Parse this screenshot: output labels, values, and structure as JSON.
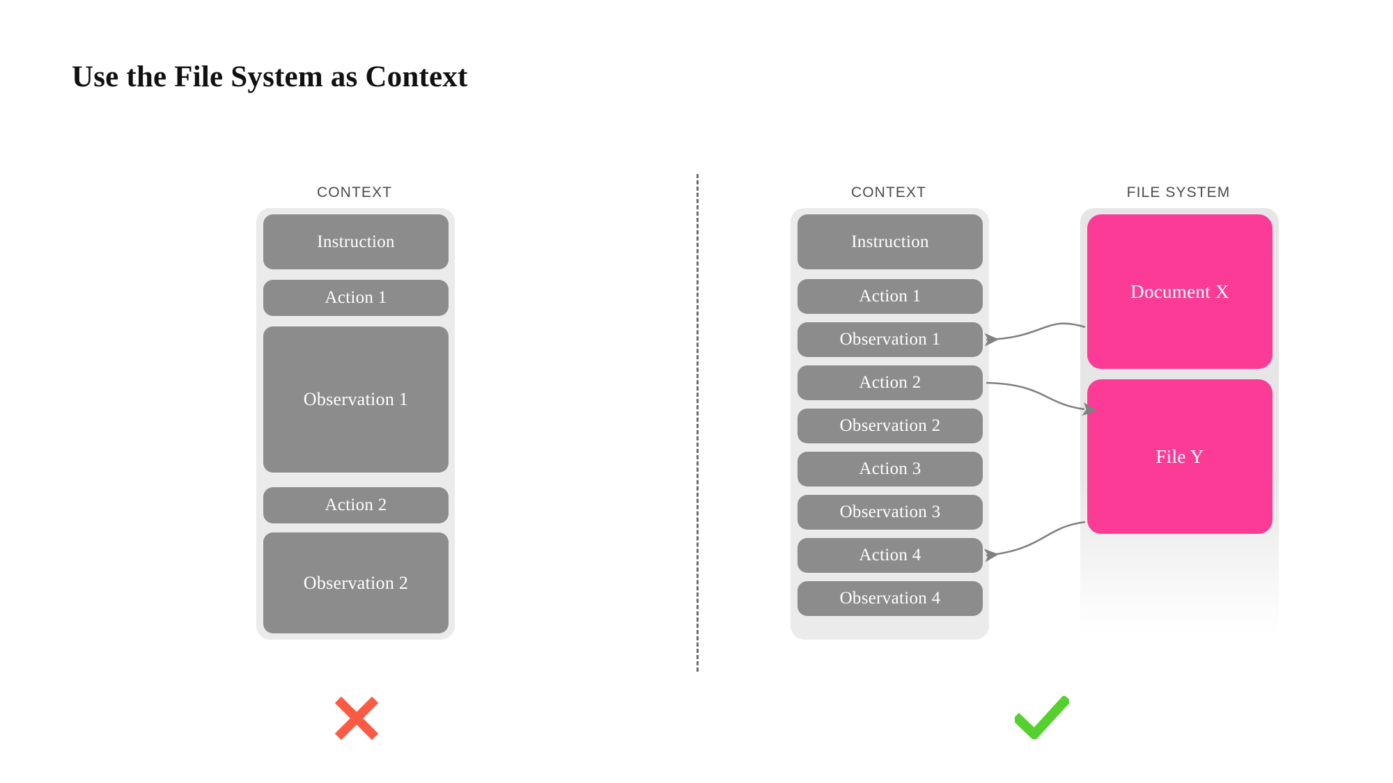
{
  "slide": {
    "title": "Use the File System as Context",
    "background_color": "#ffffff"
  },
  "colors": {
    "item_gray": "#8c8c8c",
    "container_gray": "#ebebeb",
    "file_pink": "#fb3b96",
    "cross_red": "#fb5b45",
    "check_green": "#55d02e",
    "arrow_gray": "#808080",
    "divider_gray": "#6d6d6d",
    "heading_gray": "#4a4a4a",
    "title_black": "#111111"
  },
  "left_panel": {
    "heading": "CONTEXT",
    "verdict_icon": "cross-icon",
    "verdict_meaning": "bad",
    "items": [
      {
        "label": "Instruction",
        "kind": "instruction"
      },
      {
        "label": "Action 1",
        "kind": "action"
      },
      {
        "label": "Observation 1",
        "kind": "observation"
      },
      {
        "label": "Action 2",
        "kind": "action"
      },
      {
        "label": "Observation 2",
        "kind": "observation"
      }
    ]
  },
  "right_panel": {
    "heading": "CONTEXT",
    "verdict_icon": "check-icon",
    "verdict_meaning": "good",
    "items": [
      {
        "label": "Instruction",
        "kind": "instruction"
      },
      {
        "label": "Action 1",
        "kind": "action"
      },
      {
        "label": "Observation 1",
        "kind": "observation"
      },
      {
        "label": "Action 2",
        "kind": "action"
      },
      {
        "label": "Observation 2",
        "kind": "observation"
      },
      {
        "label": "Action 3",
        "kind": "action"
      },
      {
        "label": "Observation 3",
        "kind": "observation"
      },
      {
        "label": "Action 4",
        "kind": "action"
      },
      {
        "label": "Observation 4",
        "kind": "observation"
      }
    ]
  },
  "file_system": {
    "heading": "FILE SYSTEM",
    "files": [
      {
        "label": "Document X"
      },
      {
        "label": "File Y"
      }
    ]
  },
  "connections": [
    {
      "from": "Document X",
      "to": "Observation 1",
      "direction": "to-context"
    },
    {
      "from": "Action 2",
      "to": "File Y",
      "direction": "to-filesystem"
    },
    {
      "from": "File Y",
      "to": "Action 4",
      "direction": "to-context"
    }
  ]
}
